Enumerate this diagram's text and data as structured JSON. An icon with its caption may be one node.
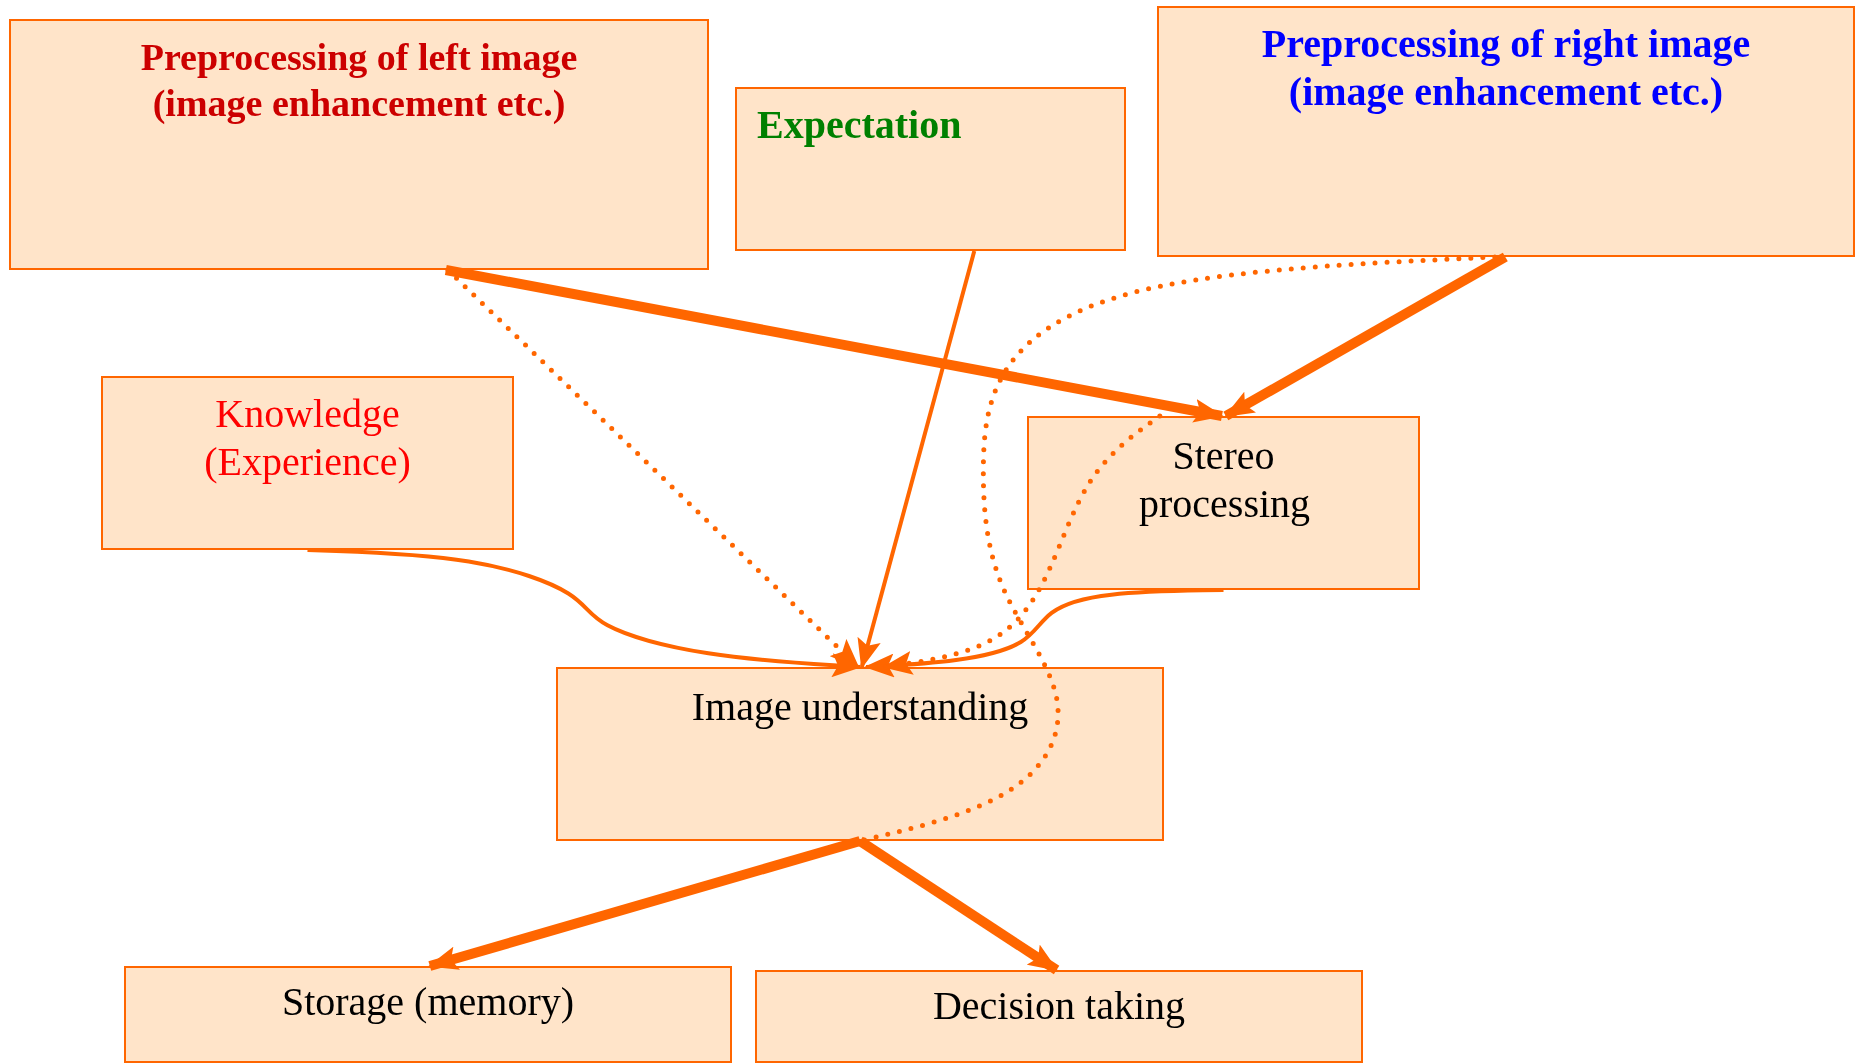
{
  "diagram": {
    "nodes": [
      {
        "text": [
          "Preprocessing of left image (image enhancement etc.)"
        ]
      },
      {
        "text": [
          "Expectation"
        ]
      },
      {
        "text": [
          "Preprocessing of right image (image enhancement etc.)"
        ]
      },
      {
        "text": [
          "Knowledge (Experience)"
        ]
      },
      {
        "text": [
          "Stereo processing"
        ]
      },
      {
        "text": [
          "Image understanding"
        ]
      },
      {
        "text": [
          "Storage (memory)"
        ]
      },
      {
        "text": [
          "Decision taking"
        ]
      }
    ],
    "edges": [
      {
        "from": 0,
        "to": 4,
        "arrow": "to",
        "style": "thick"
      },
      {
        "from": 0,
        "to": 5,
        "arrow": "to",
        "style": "dashed"
      },
      {
        "from": 1,
        "to": 5,
        "arrow": "to"
      },
      {
        "from": 2,
        "to": 4,
        "arrow": "to",
        "style": "thick"
      },
      {
        "from": 3,
        "to": 5,
        "arrow": "to"
      },
      {
        "from": 4,
        "to": 5,
        "arrow": "to"
      },
      {
        "from": 2,
        "to": 5,
        "arrow": "none",
        "style": "dashed"
      },
      {
        "from": 4,
        "to": 5,
        "arrow": "to",
        "style": "dashed"
      },
      {
        "from": 5,
        "to": 6,
        "arrow": "to",
        "style": "thick"
      },
      {
        "from": 5,
        "to": 7,
        "arrow": "to",
        "style": "thick"
      }
    ]
  }
}
